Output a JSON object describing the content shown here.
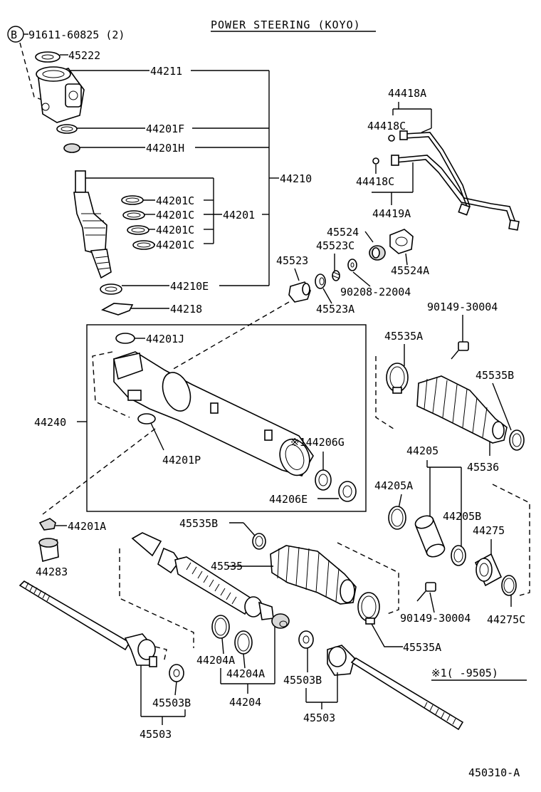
{
  "title": "POWER STEERING (KOYO)",
  "diagram_code": "450310-A",
  "footnote": "※1(      -9505)",
  "bolt_marker": "B",
  "labels": {
    "p91611": "91611-60825 (2)",
    "p45222": "45222",
    "p44211": "44211",
    "p44201F": "44201F",
    "p44201H": "44201H",
    "p44210": "44210",
    "p44201C_1": "44201C",
    "p44201C_2": "44201C",
    "p44201C_3": "44201C",
    "p44201C_4": "44201C",
    "p44201": "44201",
    "p44210E": "44210E",
    "p44218": "44218",
    "p44418A": "44418A",
    "p44418C_1": "44418C",
    "p44418C_2": "44418C",
    "p44419A": "44419A",
    "p45524": "45524",
    "p45523C": "45523C",
    "p45523": "45523",
    "p45524A": "45524A",
    "p90208": "90208-22004",
    "p45523A": "45523A",
    "p90149_1": "90149-30004",
    "p45535A_1": "45535A",
    "p45535B_1": "45535B",
    "p44201J": "44201J",
    "p44240": "44240",
    "p44206G": "※144206G",
    "p44201P": "44201P",
    "p44206E": "44206E",
    "p45536": "45536",
    "p44205": "44205",
    "p44205A": "44205A",
    "p44205B": "44205B",
    "p44275": "44275",
    "p44201A": "44201A",
    "p45535B_2": "45535B",
    "p44283": "44283",
    "p45535": "45535",
    "p90149_2": "90149-30004",
    "p44275C": "44275C",
    "p45535A_2": "45535A",
    "p44204A_1": "44204A",
    "p44204A_2": "44204A",
    "p44204": "44204",
    "p45503B_1": "45503B",
    "p45503B_2": "45503B",
    "p45503_1": "45503",
    "p45503_2": "45503"
  }
}
